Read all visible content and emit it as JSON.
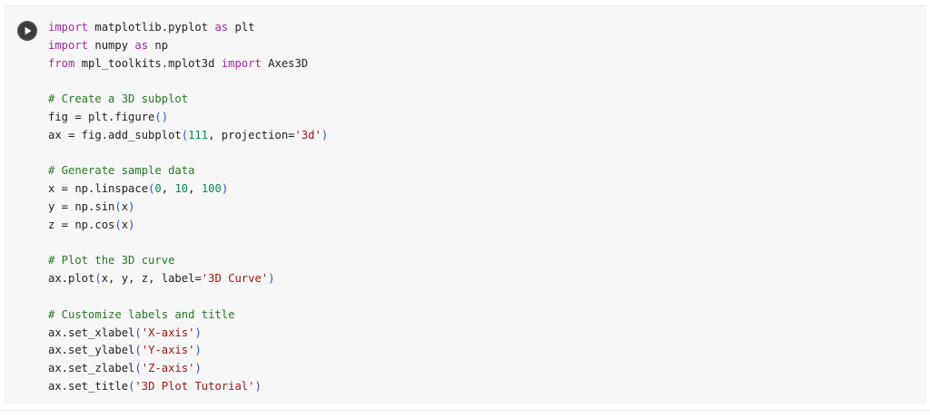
{
  "cell": {
    "run_icon": "play-icon",
    "code_lines": [
      [
        {
          "t": "kw",
          "v": "import"
        },
        {
          "t": "tx",
          "v": " matplotlib.pyplot "
        },
        {
          "t": "kw",
          "v": "as"
        },
        {
          "t": "tx",
          "v": " plt"
        }
      ],
      [
        {
          "t": "kw",
          "v": "import"
        },
        {
          "t": "tx",
          "v": " numpy "
        },
        {
          "t": "kw",
          "v": "as"
        },
        {
          "t": "tx",
          "v": " np"
        }
      ],
      [
        {
          "t": "kw",
          "v": "from"
        },
        {
          "t": "tx",
          "v": " mpl_toolkits.mplot3d "
        },
        {
          "t": "kw",
          "v": "import"
        },
        {
          "t": "tx",
          "v": " Axes3D"
        }
      ],
      [],
      [
        {
          "t": "cm",
          "v": "# Create a 3D subplot"
        }
      ],
      [
        {
          "t": "tx",
          "v": "fig = plt.figure"
        },
        {
          "t": "pb",
          "v": "()"
        }
      ],
      [
        {
          "t": "tx",
          "v": "ax = fig.add_subplot"
        },
        {
          "t": "pb",
          "v": "("
        },
        {
          "t": "nm",
          "v": "111"
        },
        {
          "t": "tx",
          "v": ", projection="
        },
        {
          "t": "st",
          "v": "'3d'"
        },
        {
          "t": "pb",
          "v": ")"
        }
      ],
      [],
      [
        {
          "t": "cm",
          "v": "# Generate sample data"
        }
      ],
      [
        {
          "t": "tx",
          "v": "x = np.linspace"
        },
        {
          "t": "pb",
          "v": "("
        },
        {
          "t": "nm",
          "v": "0"
        },
        {
          "t": "tx",
          "v": ", "
        },
        {
          "t": "nm",
          "v": "10"
        },
        {
          "t": "tx",
          "v": ", "
        },
        {
          "t": "nm",
          "v": "100"
        },
        {
          "t": "pb",
          "v": ")"
        }
      ],
      [
        {
          "t": "tx",
          "v": "y = np.sin"
        },
        {
          "t": "pb",
          "v": "("
        },
        {
          "t": "tx",
          "v": "x"
        },
        {
          "t": "pb",
          "v": ")"
        }
      ],
      [
        {
          "t": "tx",
          "v": "z = np.cos"
        },
        {
          "t": "pb",
          "v": "("
        },
        {
          "t": "tx",
          "v": "x"
        },
        {
          "t": "pb",
          "v": ")"
        }
      ],
      [],
      [
        {
          "t": "cm",
          "v": "# Plot the 3D curve"
        }
      ],
      [
        {
          "t": "tx",
          "v": "ax.plot"
        },
        {
          "t": "pb",
          "v": "("
        },
        {
          "t": "tx",
          "v": "x, y, z, label="
        },
        {
          "t": "st",
          "v": "'3D Curve'"
        },
        {
          "t": "pb",
          "v": ")"
        }
      ],
      [],
      [
        {
          "t": "cm",
          "v": "# Customize labels and title"
        }
      ],
      [
        {
          "t": "tx",
          "v": "ax.set_xlabel"
        },
        {
          "t": "pb",
          "v": "("
        },
        {
          "t": "st",
          "v": "'X-axis'"
        },
        {
          "t": "pb",
          "v": ")"
        }
      ],
      [
        {
          "t": "tx",
          "v": "ax.set_ylabel"
        },
        {
          "t": "pb",
          "v": "("
        },
        {
          "t": "st",
          "v": "'Y-axis'"
        },
        {
          "t": "pb",
          "v": ")"
        }
      ],
      [
        {
          "t": "tx",
          "v": "ax.set_zlabel"
        },
        {
          "t": "pb",
          "v": "("
        },
        {
          "t": "st",
          "v": "'Z-axis'"
        },
        {
          "t": "pb",
          "v": ")"
        }
      ],
      [
        {
          "t": "tx",
          "v": "ax.set_title"
        },
        {
          "t": "pb",
          "v": "("
        },
        {
          "t": "st",
          "v": "'3D Plot Tutorial'"
        },
        {
          "t": "pb",
          "v": ")"
        }
      ]
    ]
  },
  "colors": {
    "cell_background": "#f7f7f7",
    "keyword": "#a626a4",
    "comment": "#237a23",
    "string": "#a31515",
    "number": "#098658",
    "bracket": "#2a53c9",
    "text": "#1f1f1f",
    "run_button": "#3c3c3c"
  }
}
